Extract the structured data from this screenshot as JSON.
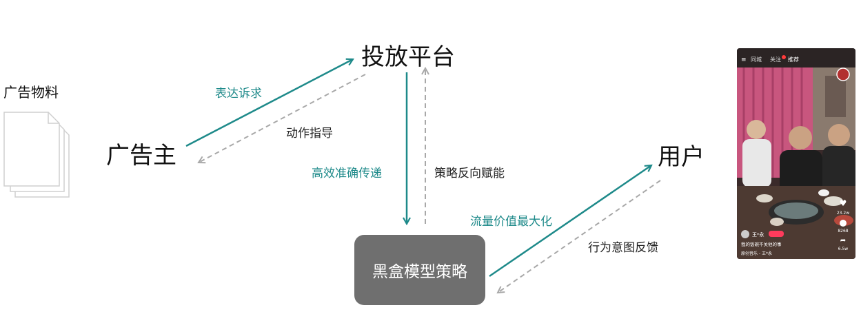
{
  "nodes": {
    "ad_material": "广告物料",
    "advertiser": "广告主",
    "platform": "投放平台",
    "user": "用户",
    "blackbox": "黑盒模型策略"
  },
  "edges": {
    "express_demand": "表达诉求",
    "action_guidance": "动作指导",
    "efficient_delivery": "高效准确传递",
    "strategy_feedback": "策略反向赋能",
    "traffic_value": "流量价值最大化",
    "behavior_feedback": "行为意图反馈"
  },
  "colors": {
    "teal": "#1e8a8a",
    "dashed_gray": "#a8a8a8",
    "blackbox_fill": "#6f6f6f"
  },
  "phone": {
    "tabs": [
      "同城",
      "关注",
      "推荐"
    ],
    "author": "王*永",
    "caption": "我的饭碗不关他的事",
    "music": "原创音乐 - 王*永",
    "likes": "23.2w",
    "comments": "8268",
    "shares": "6.5w"
  }
}
